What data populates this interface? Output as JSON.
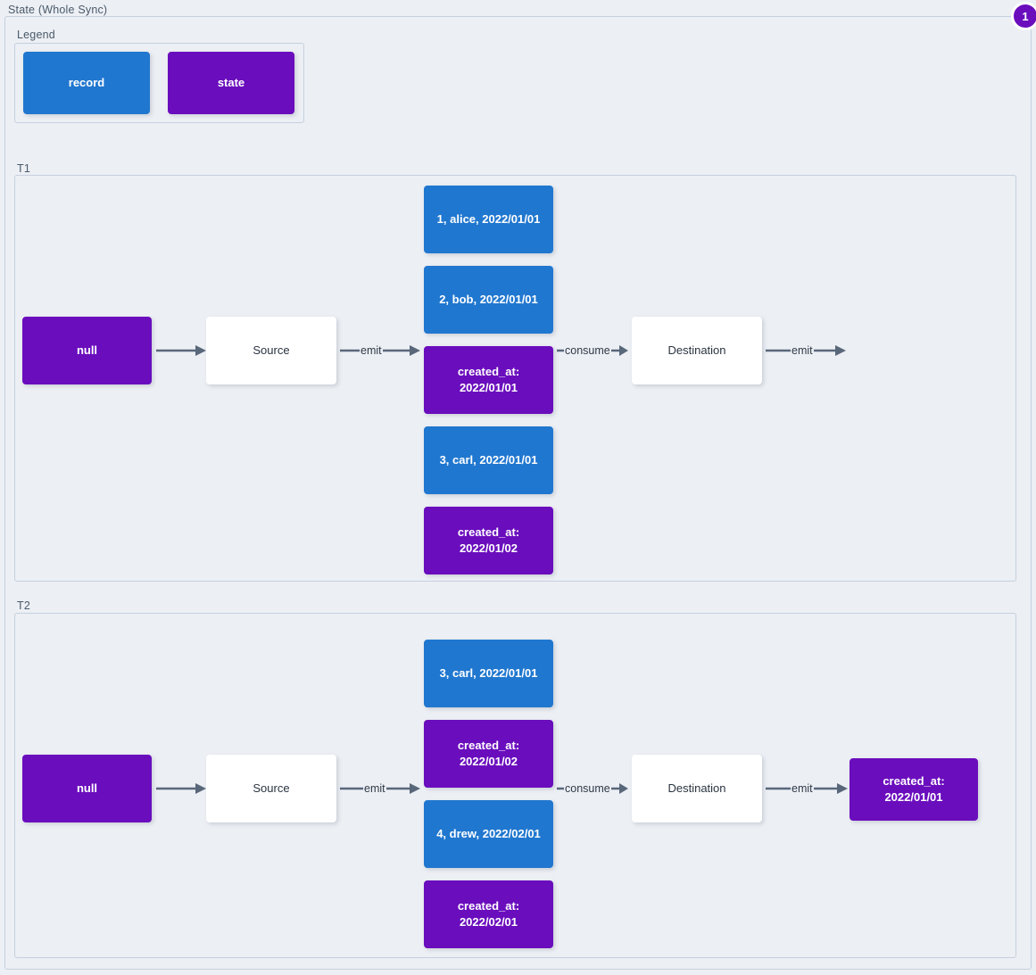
{
  "diagram": {
    "title": "State (Whole Sync)",
    "badge": "1",
    "colors": {
      "record": "#2077cf",
      "state": "#6a0dbd",
      "plain": "#ffffff",
      "background": "#eceff4",
      "border": "#c5d0de",
      "edge": "#59677a"
    }
  },
  "legend": {
    "label": "Legend",
    "items": [
      {
        "label": "record",
        "kind": "record"
      },
      {
        "label": "state",
        "kind": "state"
      }
    ]
  },
  "t1": {
    "label": "T1",
    "nodes": {
      "start_state": "null",
      "source": "Source",
      "destination": "Destination"
    },
    "stream": [
      {
        "label": "1, alice, 2022/01/01",
        "kind": "record"
      },
      {
        "label": "2, bob, 2022/01/01",
        "kind": "record"
      },
      {
        "label": "created_at:\n2022/01/01",
        "kind": "state"
      },
      {
        "label": "3, carl, 2022/01/01",
        "kind": "record"
      },
      {
        "label": "created_at:\n2022/01/02",
        "kind": "state"
      }
    ],
    "edges": {
      "state_to_source": "",
      "source_emit": "emit",
      "consume": "consume",
      "destination_emit": "emit"
    }
  },
  "t2": {
    "label": "T2",
    "nodes": {
      "start_state": "null",
      "source": "Source",
      "destination": "Destination",
      "result_state": "created_at:\n2022/01/01"
    },
    "stream": [
      {
        "label": "3, carl, 2022/01/01",
        "kind": "record"
      },
      {
        "label": "created_at:\n2022/01/02",
        "kind": "state"
      },
      {
        "label": "4, drew, 2022/02/01",
        "kind": "record"
      },
      {
        "label": "created_at:\n2022/02/01",
        "kind": "state"
      }
    ],
    "edges": {
      "state_to_source": "",
      "source_emit": "emit",
      "consume": "consume",
      "destination_emit": "emit"
    }
  }
}
